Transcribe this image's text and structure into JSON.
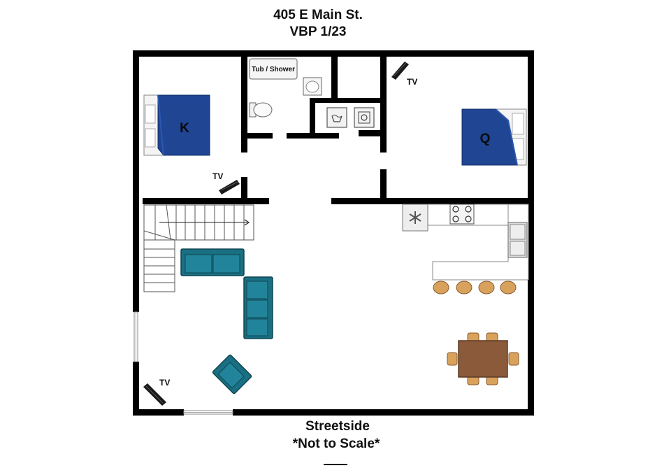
{
  "header": {
    "address": "405 E Main St.",
    "code": "VBP 1/23"
  },
  "footer": {
    "side": "Streetside",
    "scale_note": "*Not to Scale*"
  },
  "labels": {
    "tub_shower": "Tub / Shower",
    "king_bed": "K",
    "queen_bed": "Q",
    "tv_king": "TV",
    "tv_queen": "TV",
    "tv_living": "TV"
  },
  "colors": {
    "wall": "#000000",
    "bedspread": "#1f4593",
    "sofa": "#1a6f82",
    "chair": "#d9a25c",
    "dining_table": "#8a5a3b"
  }
}
